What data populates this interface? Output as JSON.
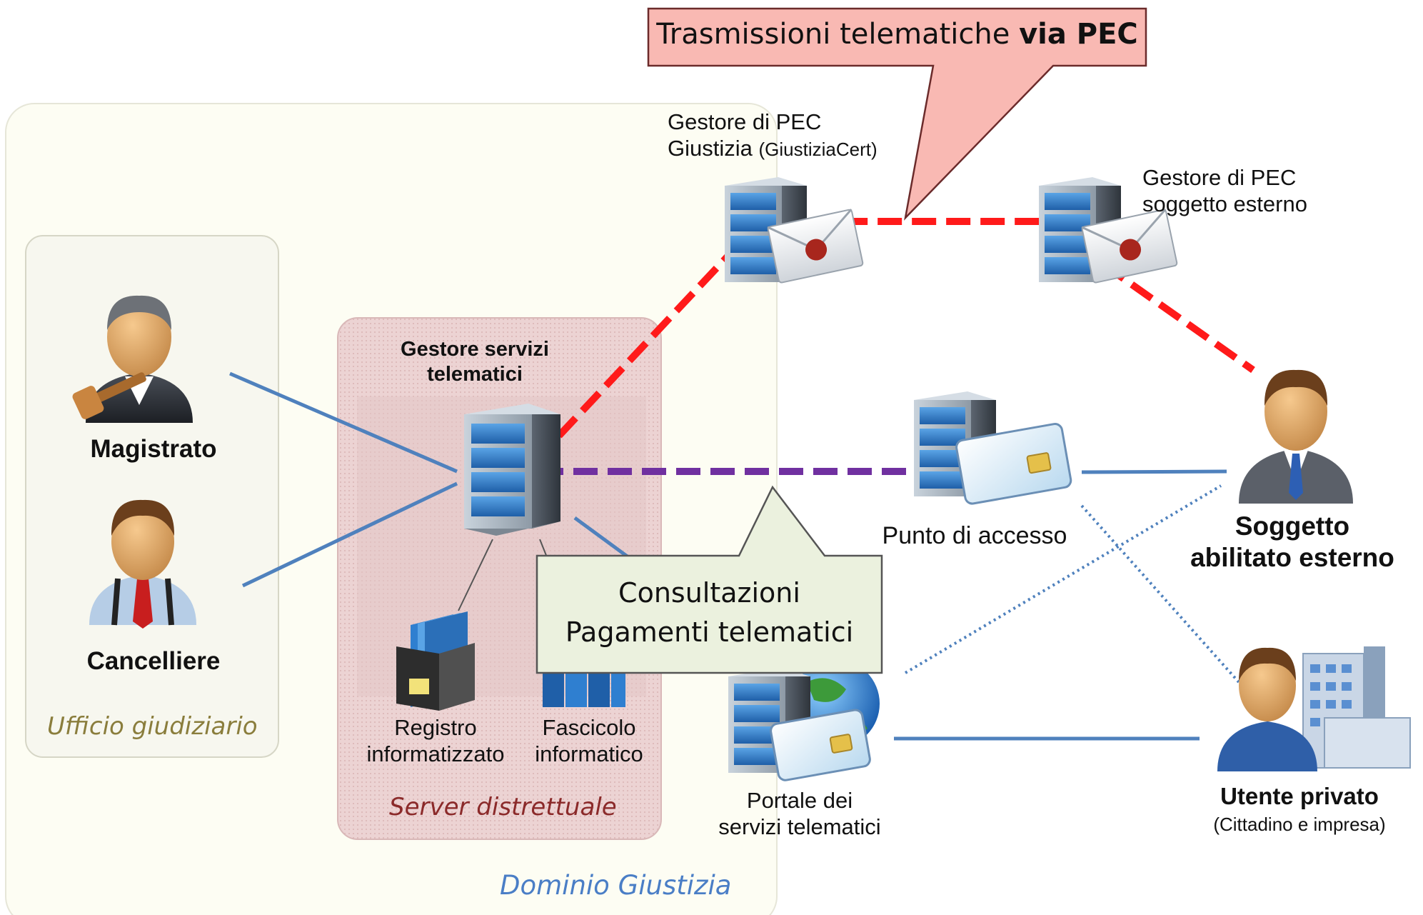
{
  "groups": {
    "dominio": "Dominio Giustizia",
    "ufficio": "Ufficio giudiziario",
    "server": "Server distrettuale"
  },
  "nodes": {
    "magistrato": "Magistrato",
    "cancelliere": "Cancelliere",
    "gestore_servizi_1": "Gestore servizi",
    "gestore_servizi_2": "telematici",
    "registro_1": "Registro",
    "registro_2": "informatizzato",
    "fascicolo_1": "Fascicolo",
    "fascicolo_2": "informatico",
    "pec_giustizia_1": "Gestore di PEC",
    "pec_giustizia_2a": "Giustizia",
    "pec_giustizia_2b": "(GiustiziaCert)",
    "pec_esterno_1": "Gestore di PEC",
    "pec_esterno_2": "soggetto esterno",
    "punto_accesso": "Punto di accesso",
    "portale_1": "Portale dei",
    "portale_2": "servizi telematici",
    "soggetto_1": "Soggetto",
    "soggetto_2": "abilitato esterno",
    "utente_1": "Utente privato",
    "utente_2": "(Cittadino e impresa)"
  },
  "callouts": {
    "pec_prefix": "Trasmissioni telematiche",
    "pec_bold": "via PEC",
    "consult_1": "Consultazioni",
    "consult_2": "Pagamenti telematici"
  },
  "colors": {
    "pec_line": "#ff1a1a",
    "consult_line": "#7030a0",
    "link_line": "#4f81bd",
    "dominio_label": "#4a7ec6",
    "ufficio_label": "#8a7d3c",
    "server_label": "#8b2a2a",
    "callout_pec_fill": "#f9b9b3",
    "callout_consult_fill": "#ebf1de"
  },
  "icons": [
    "judge-icon",
    "clerk-icon",
    "server-icon",
    "mail-server-icon",
    "card-server-icon",
    "web-server-icon",
    "binder-icon",
    "files-icon",
    "person-icon",
    "private-user-icon"
  ]
}
